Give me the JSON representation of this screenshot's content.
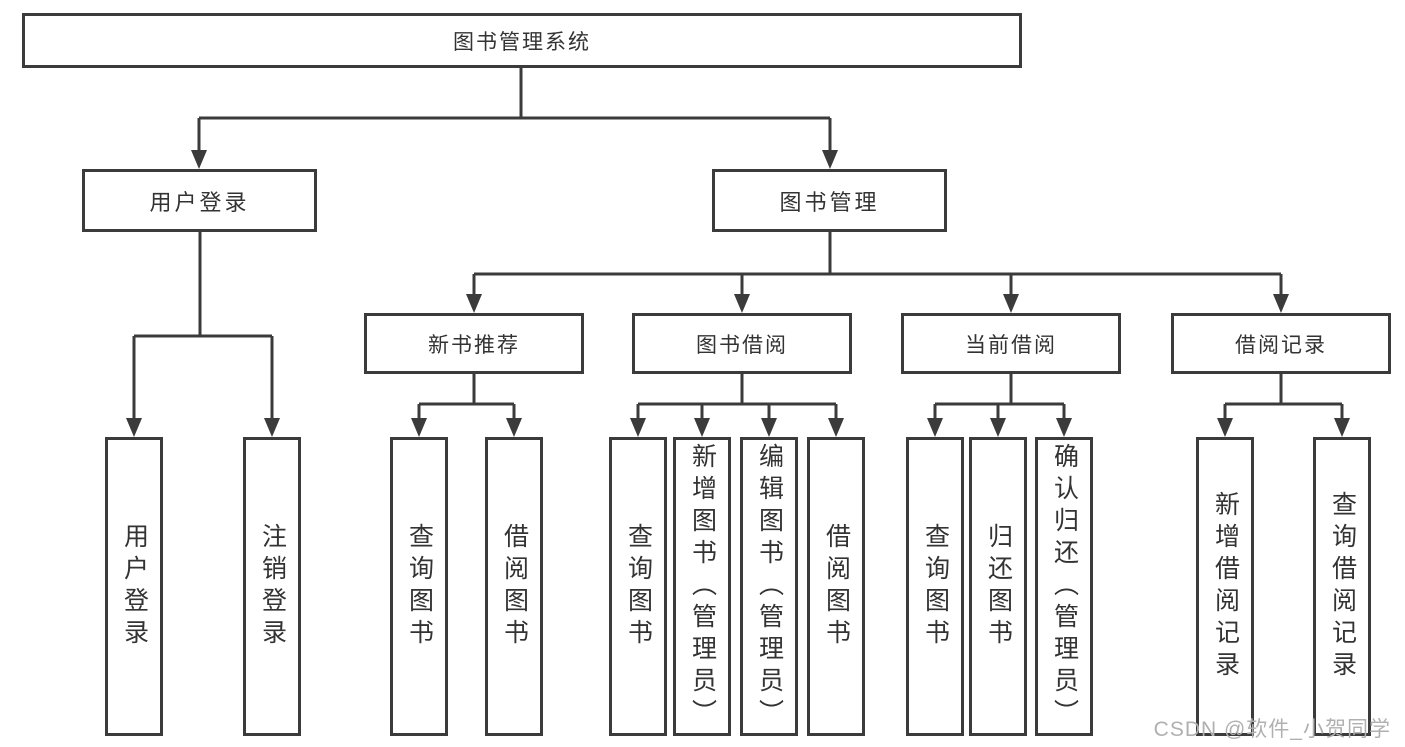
{
  "diagram": {
    "type": "hierarchy-diagram",
    "title": "图书管理系统"
  },
  "colors": {
    "line": "#3b3b3b",
    "box_border": "#3b3b3b",
    "text": "#333333",
    "background": "#ffffff",
    "watermark": "#b0b0b0"
  },
  "tree": {
    "label": "图书管理系统",
    "children": [
      {
        "label": "用户登录",
        "children": [
          {
            "label": "用户登录"
          },
          {
            "label": "注销登录"
          }
        ]
      },
      {
        "label": "图书管理",
        "children": [
          {
            "label": "新书推荐",
            "children": [
              {
                "label": "查询图书"
              },
              {
                "label": "借阅图书"
              }
            ]
          },
          {
            "label": "图书借阅",
            "children": [
              {
                "label": "查询图书"
              },
              {
                "label": "新增图书（管理员）"
              },
              {
                "label": "编辑图书（管理员）"
              },
              {
                "label": "借阅图书"
              }
            ]
          },
          {
            "label": "当前借阅",
            "children": [
              {
                "label": "查询图书"
              },
              {
                "label": "归还图书"
              },
              {
                "label": "确认归还（管理员）"
              }
            ]
          },
          {
            "label": "借阅记录",
            "children": [
              {
                "label": "新增借阅记录"
              },
              {
                "label": "查询借阅记录"
              }
            ]
          }
        ]
      }
    ]
  },
  "watermark": {
    "text": "CSDN @软件_小贺同学"
  }
}
